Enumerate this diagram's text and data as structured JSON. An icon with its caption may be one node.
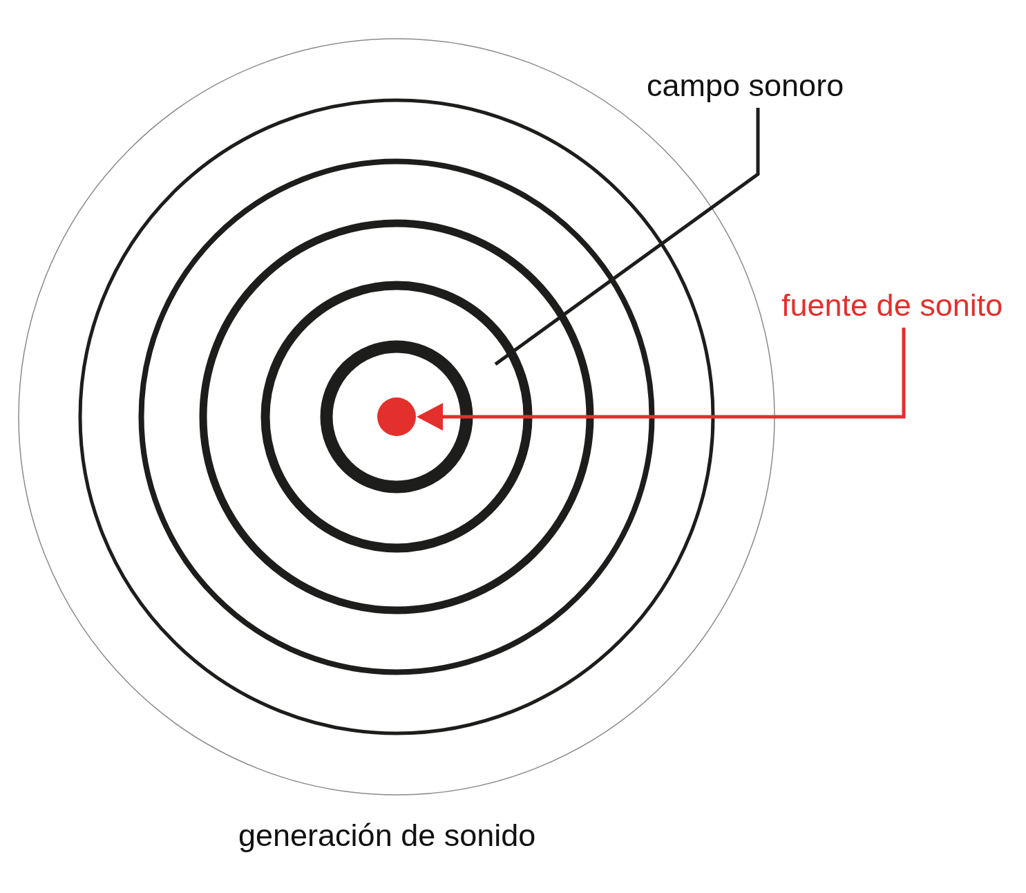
{
  "diagram": {
    "caption": "generación de sonido",
    "nodes": [
      {
        "text": [
          "campo sonoro"
        ]
      },
      {
        "text": [
          "fuente de sonito"
        ]
      },
      {
        "text": [],
        "shape": "circle"
      }
    ],
    "edges": [
      {
        "from": 0,
        "to": null,
        "arrow": "none"
      },
      {
        "from": 1,
        "to": 2,
        "arrow": "to",
        "color": "#e3302d"
      }
    ]
  }
}
